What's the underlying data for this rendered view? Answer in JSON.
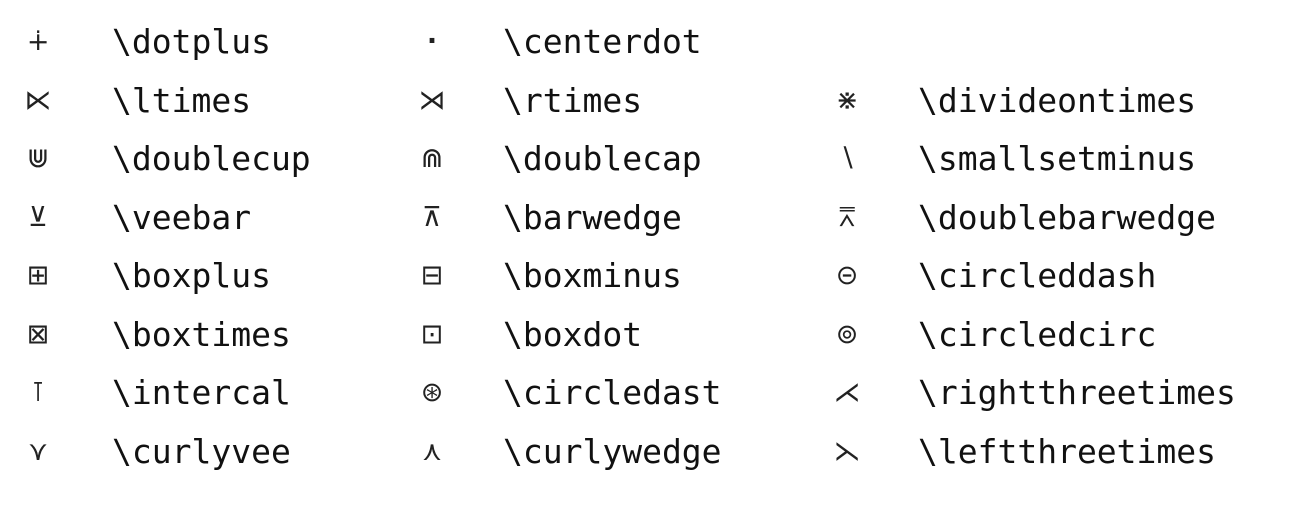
{
  "rows": [
    {
      "c1": {
        "symbol": "∔",
        "icon": "dot-plus-icon",
        "command": "\\dotplus"
      },
      "c2": {
        "symbol": "·",
        "icon": "center-dot-icon",
        "command": "\\centerdot"
      },
      "c3": {
        "symbol": "",
        "icon": "",
        "command": ""
      }
    },
    {
      "c1": {
        "symbol": "⋉",
        "icon": "left-times-icon",
        "command": "\\ltimes"
      },
      "c2": {
        "symbol": "⋊",
        "icon": "right-times-icon",
        "command": "\\rtimes"
      },
      "c3": {
        "symbol": "⋇",
        "icon": "divide-on-times-icon",
        "command": "\\divideontimes"
      }
    },
    {
      "c1": {
        "symbol": "⋓",
        "icon": "double-cup-icon",
        "command": "\\doublecup"
      },
      "c2": {
        "symbol": "⋒",
        "icon": "double-cap-icon",
        "command": "\\doublecap"
      },
      "c3": {
        "symbol": "∖",
        "icon": "small-set-minus-icon",
        "command": "\\smallsetminus"
      }
    },
    {
      "c1": {
        "symbol": "⊻",
        "icon": "vee-bar-icon",
        "command": "\\veebar"
      },
      "c2": {
        "symbol": "⊼",
        "icon": "bar-wedge-icon",
        "command": "\\barwedge"
      },
      "c3": {
        "symbol": "⩞",
        "icon": "double-bar-wedge-icon",
        "command": "\\doublebarwedge"
      }
    },
    {
      "c1": {
        "symbol": "⊞",
        "icon": "box-plus-icon",
        "command": "\\boxplus"
      },
      "c2": {
        "symbol": "⊟",
        "icon": "box-minus-icon",
        "command": "\\boxminus"
      },
      "c3": {
        "symbol": "⊝",
        "icon": "circled-dash-icon",
        "command": "\\circleddash"
      }
    },
    {
      "c1": {
        "symbol": "⊠",
        "icon": "box-times-icon",
        "command": "\\boxtimes"
      },
      "c2": {
        "symbol": "⊡",
        "icon": "box-dot-icon",
        "command": "\\boxdot"
      },
      "c3": {
        "symbol": "⊚",
        "icon": "circled-circ-icon",
        "command": "\\circledcirc"
      }
    },
    {
      "c1": {
        "symbol": "⊺",
        "icon": "intercal-icon",
        "command": "\\intercal"
      },
      "c2": {
        "symbol": "⊛",
        "icon": "circled-asterisk-icon",
        "command": "\\circledast"
      },
      "c3": {
        "symbol": "⋌",
        "icon": "right-three-times-icon",
        "command": "\\rightthreetimes"
      }
    },
    {
      "c1": {
        "symbol": "⋎",
        "icon": "curly-vee-icon",
        "command": "\\curlyvee"
      },
      "c2": {
        "symbol": "⋏",
        "icon": "curly-wedge-icon",
        "command": "\\curlywedge"
      },
      "c3": {
        "symbol": "⋋",
        "icon": "left-three-times-icon",
        "command": "\\leftthreetimes"
      }
    }
  ]
}
